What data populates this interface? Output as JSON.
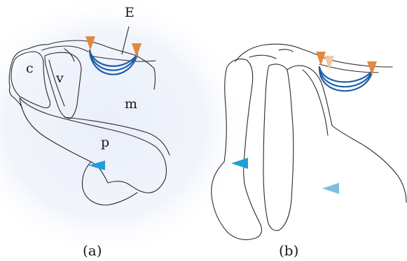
{
  "panels": {
    "a": {
      "caption": "(a)",
      "labels": {
        "E": "E",
        "c": "c",
        "v": "v",
        "m": "m",
        "p": "p"
      }
    },
    "b": {
      "caption": "(b)"
    }
  },
  "colors": {
    "marker_orange": "#e0893f",
    "marker_orange_faded": "#f2c6a2",
    "marker_cyan": "#1e9fd6",
    "marker_cyan_faded": "#7dbfdc",
    "arc_blue": "#1f5fa8",
    "outline": "#2a2a2a",
    "background_glow": "#eef2fb"
  }
}
